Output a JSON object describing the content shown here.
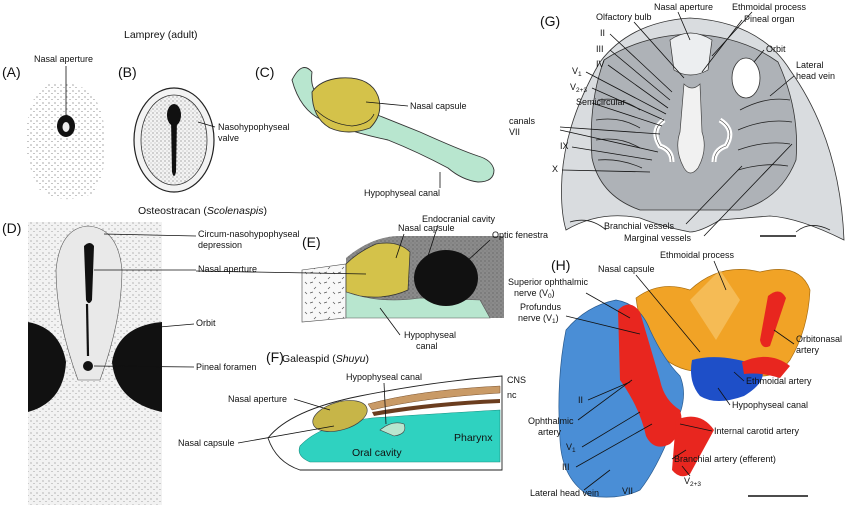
{
  "colors": {
    "nasal_capsule": "#d4c24a",
    "hypophyseal": "#b8e6cf",
    "cns": "#c99a66",
    "nc": "#6b3d1f",
    "pharynx": "#2fd2c0",
    "bone": "#bfc3c8",
    "orange": "#f1a326",
    "blue": "#4a8ed6",
    "red": "#e8261f"
  },
  "headings": {
    "lamprey": "Lamprey (adult)",
    "osteostracan_prefix": "Osteostracan (",
    "osteostracan_italic": "Scolenaspis",
    "osteostracan_suffix": ")",
    "galeaspid_prefix": "Galeaspid (",
    "galeaspid_italic": "Shuyu",
    "galeaspid_suffix": ")"
  },
  "panels": {
    "A": {
      "letter": "(A)",
      "labels": [
        "Nasal aperture"
      ]
    },
    "B": {
      "letter": "(B)",
      "labels": [
        "Nasohypophyseal",
        "valve"
      ]
    },
    "C": {
      "letter": "(C)",
      "labels": [
        "Nasal capsule",
        "Hypophyseal canal"
      ]
    },
    "D": {
      "letter": "(D)",
      "labels": [
        "Circum-nasohypophyseal",
        "depression",
        "Nasal aperture",
        "Orbit",
        "Pineal foramen"
      ]
    },
    "E": {
      "letter": "(E)",
      "labels": [
        "Nasal capsule",
        "Endocranial cavity",
        "Optic fenestra",
        "Hypophyseal",
        "canal"
      ]
    },
    "F": {
      "letter": "(F)",
      "labels": [
        "Hypophyseal canal",
        "Nasal aperture",
        "Nasal capsule",
        "CNS",
        "nc",
        "Oral cavity",
        "Pharynx"
      ]
    },
    "G": {
      "letter": "(G)",
      "labels": [
        "Nasal aperture",
        "Ethmoidal process",
        "Olfactory bulb",
        "Pineal organ",
        "II",
        "III",
        "Orbit",
        "IV",
        "Lateral",
        "head vein",
        "Semicircular",
        "canals",
        "VII",
        "IX",
        "X",
        "Branchial vessels",
        "Marginal vessels"
      ]
    },
    "H": {
      "letter": "(H)",
      "labels": [
        "Ethmoidal process",
        "Nasal capsule",
        "Superior ophthalmic",
        "nerve (V",
        "Profundus",
        "nerve (V",
        "Orbitonasal",
        "artery",
        "Ethmoidal artery",
        "Hypophyseal canal",
        "Internal carotid artery",
        "Ophthalmic",
        "artery",
        "II",
        "III",
        "Branchial artery (efferent)",
        "Lateral head vein",
        "VII"
      ]
    }
  },
  "cranial_nerves": {
    "V1": {
      "base": "V",
      "sub": "1"
    },
    "V23": {
      "base": "V",
      "sub": "2+3"
    },
    "H_V0": {
      "base": "V",
      "sub": "0",
      "close": ")"
    },
    "H_V1": {
      "base": "V",
      "sub": "1",
      "close": ")"
    },
    "H_V1b": {
      "base": "V",
      "sub": "1"
    },
    "H_V23": {
      "base": "V",
      "sub": "2+3"
    }
  }
}
